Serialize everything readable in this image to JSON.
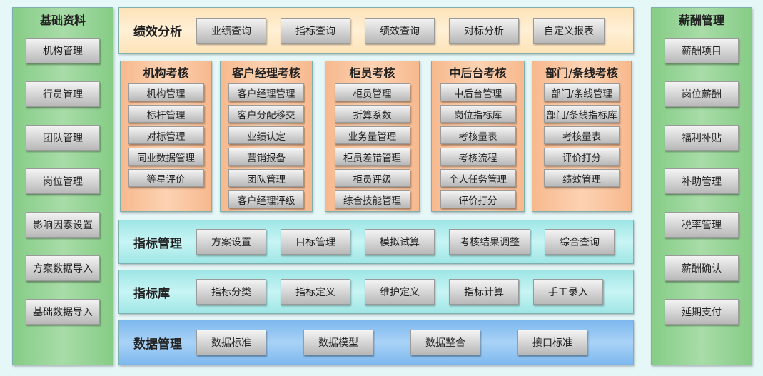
{
  "left": {
    "title": "基础资料",
    "items": [
      "机构管理",
      "行员管理",
      "团队管理",
      "岗位管理",
      "影响因素设置",
      "方案数据导入",
      "基础数据导入"
    ]
  },
  "right": {
    "title": "薪酬管理",
    "items": [
      "薪酬项目",
      "岗位薪酬",
      "福利补贴",
      "补助管理",
      "税率管理",
      "薪酬确认",
      "延期支付"
    ]
  },
  "perf": {
    "title": "绩效分析",
    "items": [
      "业绩查询",
      "指标查询",
      "绩效查询",
      "对标分析",
      "自定义报表"
    ]
  },
  "cols": [
    {
      "title": "机构考核",
      "items": [
        "机构管理",
        "标杆管理",
        "对标管理",
        "同业数据管理",
        "等星评价"
      ]
    },
    {
      "title": "客户经理考核",
      "items": [
        "客户经理管理",
        "客户分配移交",
        "业绩认定",
        "营销报备",
        "团队管理",
        "客户经理评级"
      ]
    },
    {
      "title": "柜员考核",
      "items": [
        "柜员管理",
        "折算系数",
        "业务量管理",
        "柜员差错管理",
        "柜员评级",
        "综合技能管理"
      ]
    },
    {
      "title": "中后台考核",
      "items": [
        "中后台管理",
        "岗位指标库",
        "考核量表",
        "考核流程",
        "个人任务管理",
        "评价打分"
      ]
    },
    {
      "title": "部门/条线考核",
      "items": [
        "部门/条线管理",
        "部门/条线指标库",
        "考核量表",
        "评价打分",
        "绩效管理"
      ]
    }
  ],
  "indicator_mgmt": {
    "title": "指标管理",
    "items": [
      "方案设置",
      "目标管理",
      "模拟试算",
      "考核结果调整",
      "综合查询"
    ]
  },
  "indicator_lib": {
    "title": "指标库",
    "items": [
      "指标分类",
      "指标定义",
      "维护定义",
      "指标计算",
      "手工录入"
    ]
  },
  "data_mgmt": {
    "title": "数据管理",
    "items": [
      "数据标准",
      "数据模型",
      "数据整合",
      "接口标准"
    ]
  }
}
